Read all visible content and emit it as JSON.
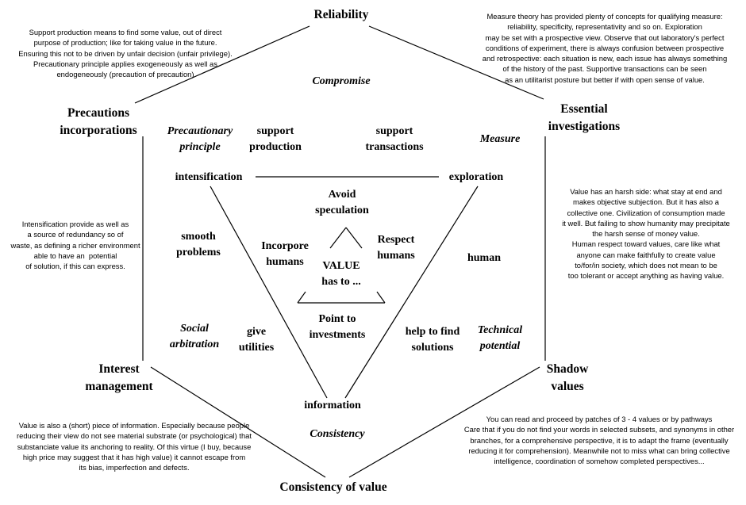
{
  "vertices": {
    "top": "Reliability",
    "upper_left": "Precautions\nincorporations",
    "upper_right": "Essential\ninvestigations",
    "lower_left": "Interest\nmanagement",
    "lower_right": "Shadow\nvalues",
    "bottom": "Consistency of value"
  },
  "italic_labels": {
    "compromise": "Compromise",
    "precautionary_principle": "Precautionary\nprinciple",
    "measure": "Measure",
    "social_arbitration": "Social\narbitration",
    "technical_potential": "Technical\npotential",
    "consistency": "Consistency"
  },
  "labels": {
    "support_production": "support\nproduction",
    "support_transactions": "support\ntransactions",
    "intensification": "intensification",
    "exploration": "exploration",
    "avoid_speculation": "Avoid\nspeculation",
    "smooth_problems": "smooth\nproblems",
    "incorpore_humans": "Incorpore\nhumans",
    "respect_humans": "Respect\nhumans",
    "human": "human",
    "value_has_to": "VALUE\nhas to ...",
    "point_to_investments": "Point to\ninvestments",
    "give_utilities": "give\nutilities",
    "help_to_find_solutions": "help to find\nsolutions",
    "information": "information"
  },
  "notes": {
    "top_left": "Support production means to find some value, out of direct\npurpose of production; like for taking value in the future.\nEnsuring this not to be driven by unfair decision (unfair privilege).\nPrecautionary principle applies exogeneously as well as\nendogeneously (precaution of precaution)",
    "top_right": "Measure theory has provided plenty of concepts for qualifying measure:\nreliability, specificity, representativity and so on. Exploration\nmay be set with a prospective view. Observe that out laboratory's perfect\nconditions of experiment, there is always confusion between prospective\nand retrospective: each situation is new, each issue has always something\nof the history of the past. Supportive transactions can be seen\nas an utilitarist posture but better if with open sense of value.",
    "middle_left": "Intensification provide as well as\na source of redundancy so of\nwaste, as defining a richer environment\nable to have an  potential\nof solution, if this can express.",
    "middle_right": "Value has an harsh side: what stay at end and\nmakes objective subjection. But it has also a\ncollective one. Civilization of consumption made\nit well. But failing to show humanity may precipitate\nthe harsh sense of money value.\nHuman respect toward values, care like what\nanyone can make faithfully to create value\nto/for/in society, which does not mean to be\ntoo tolerant or accept anything as having value.",
    "bottom_left": "Value is also a (short) piece of information. Especially because people\nreducing their view do not see material substrate (or psychological) that\nsubstanciate value its anchoring to reality. Of this virtue (I buy, because\nhigh price may suggest that it has high value) it cannot escape from\nits bias, imperfection and defects.",
    "bottom_right": "You can read and proceed by patches of 3 - 4 values or by pathways\nCare that if you do not find your words in selected subsets, and synonyms in other\nbranches, for a comprehensive perspective, it is to adapt the frame (eventually\nreducing it for comprehension). Meanwhile not to miss what can bring collective\nintelligence, coordination of somehow completed perspectives..."
  }
}
